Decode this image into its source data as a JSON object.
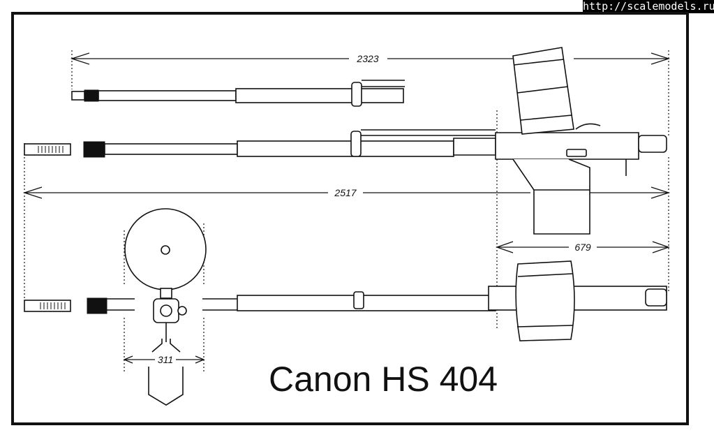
{
  "watermark": "http://scalemodels.ru",
  "title": "Canon HS 404",
  "dimensions": {
    "overall_top": "2323",
    "overall_side": "2517",
    "receiver": "679",
    "width": "311"
  }
}
